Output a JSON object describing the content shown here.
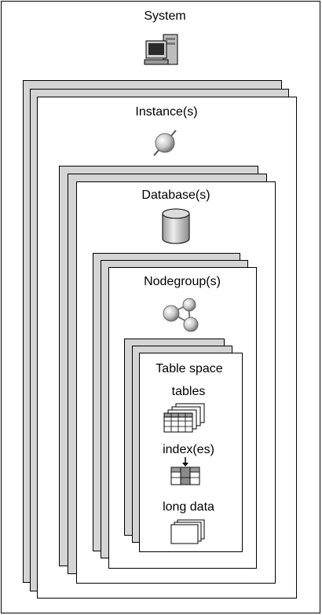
{
  "diagram": {
    "system": {
      "label": "System",
      "icon": "computer-icon"
    },
    "instance": {
      "label": "Instance(s)",
      "icon": "sphere-icon"
    },
    "database": {
      "label": "Database(s)",
      "icon": "database-cylinder-icon"
    },
    "nodegroup": {
      "label": "Nodegroup(s)",
      "icon": "nodes-icon"
    },
    "tablespace": {
      "label": "Table space",
      "items": [
        {
          "label": "tables",
          "icon": "tables-icon"
        },
        {
          "label": "index(es)",
          "icon": "index-icon"
        },
        {
          "label": "long data",
          "icon": "long-data-icon"
        }
      ]
    }
  },
  "colors": {
    "stack_fill": "#d4d4d4",
    "border": "#000000"
  }
}
